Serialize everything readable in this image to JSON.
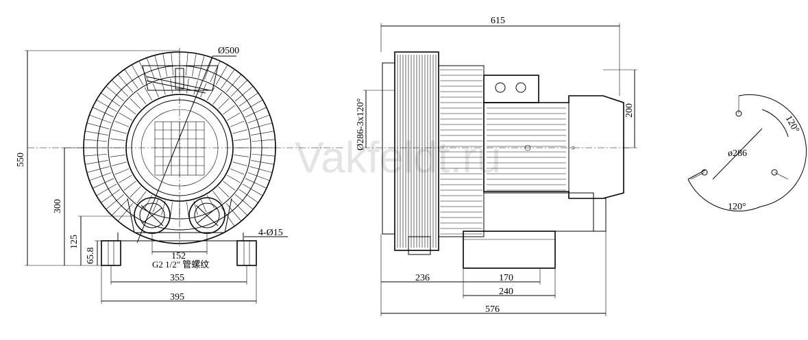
{
  "watermark": "Vakfeldt.ru",
  "front_view": {
    "diameter": "Ø500",
    "height_total": "550",
    "height_axis": "300",
    "height_flange": "125",
    "height_foot": "65.8",
    "holes": "4-Ø15",
    "port_spacing": "152",
    "thread": "G2 1/2\" 管螺纹",
    "width_feet": "355",
    "width_base": "395"
  },
  "side_view": {
    "length_total": "615",
    "motor_height": "200",
    "bolt_circle": "Ø286-3x120°",
    "offset_front": "236",
    "feet_spacing": "170",
    "base_width": "240",
    "length_base": "576"
  },
  "flange_detail": {
    "diameter": "ø286",
    "angle_top": "120°",
    "angle_bottom": "120°"
  }
}
